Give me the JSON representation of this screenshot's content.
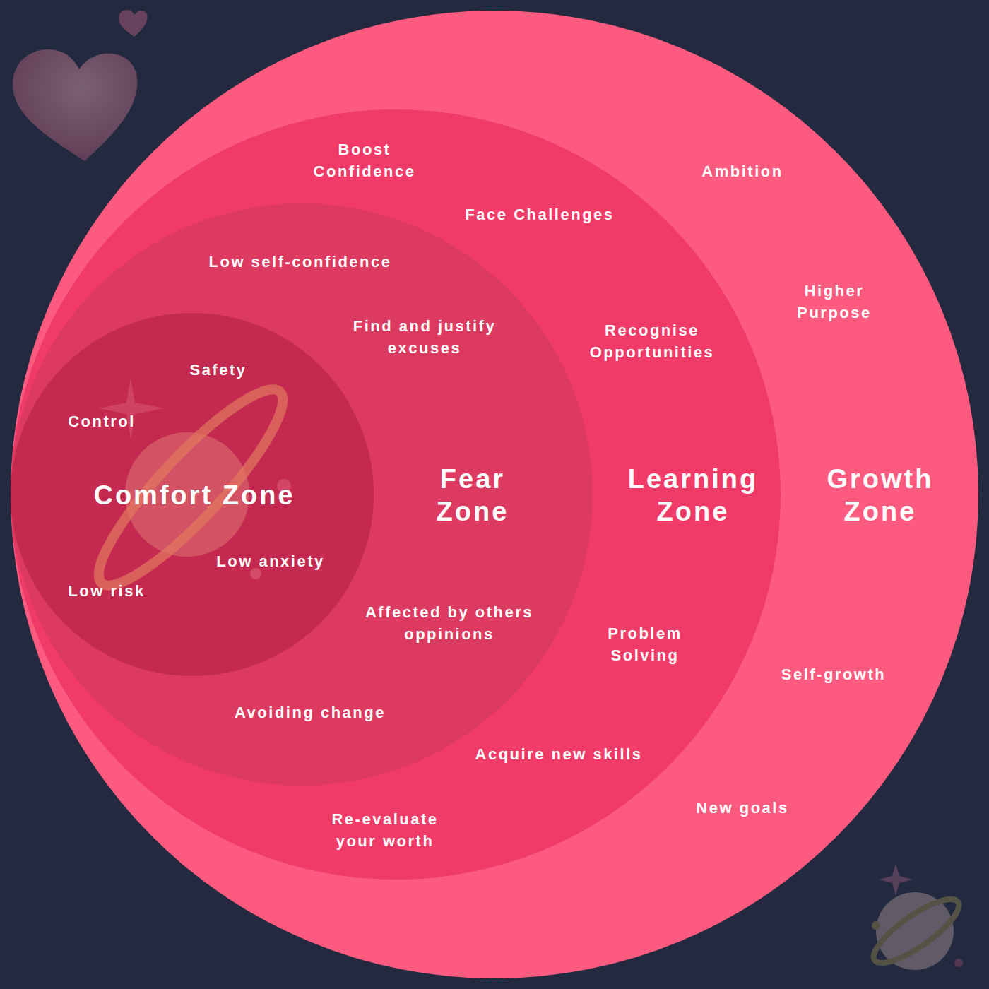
{
  "diagram": {
    "nodes": [
      {
        "text": [
          "Growth Zone",
          "Ambition",
          "Higher Purpose",
          "Self-growth",
          "New goals"
        ]
      },
      {
        "text": [
          "Learning Zone",
          "Boost Confidence",
          "Face Challenges",
          "Recognise Opportunities",
          "Problem Solving",
          "Acquire new skills",
          "Re-evaluate your worth"
        ],
        "in": 0
      },
      {
        "text": [
          "Fear Zone",
          "Low self-confidence",
          "Find and justify excuses",
          "Affected by others oppinions",
          "Avoiding change"
        ],
        "in": 1
      },
      {
        "text": [
          "Comfort Zone",
          "Safety",
          "Control",
          "Low anxiety",
          "Low risk"
        ],
        "in": 2
      }
    ]
  }
}
